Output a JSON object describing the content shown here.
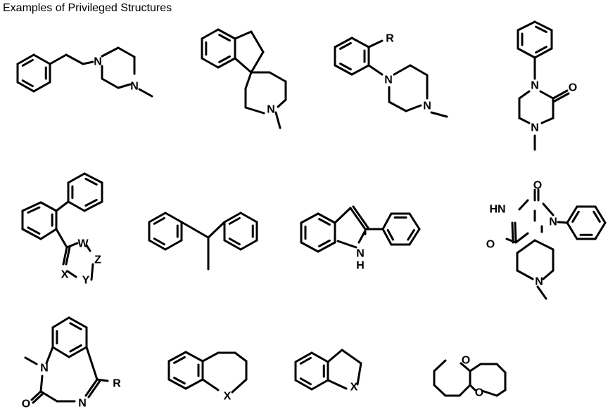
{
  "title": "Examples of Privileged Structures",
  "atoms": {
    "s1_n1": "N",
    "s1_n2": "N",
    "s2_n": "N",
    "s3_r": "R",
    "s3_n1": "N",
    "s3_n2": "N",
    "s4_n1": "N",
    "s4_o": "O",
    "s4_n2": "N",
    "s5_w": "W",
    "s5_z": "Z",
    "s5_x": "X",
    "s5_y": "Y",
    "s7_nh": "N",
    "s7_h": "H",
    "s8_o1": "O",
    "s8_hn": "HN",
    "s8_n": "N",
    "s8_o2": "O",
    "s8_n2": "N",
    "s9_n1": "N",
    "s9_r": "R",
    "s9_o": "O",
    "s9_n2": "N",
    "s10_x": "X",
    "s11_x": "X",
    "s12_o1": "O",
    "s12_o2": "O"
  }
}
